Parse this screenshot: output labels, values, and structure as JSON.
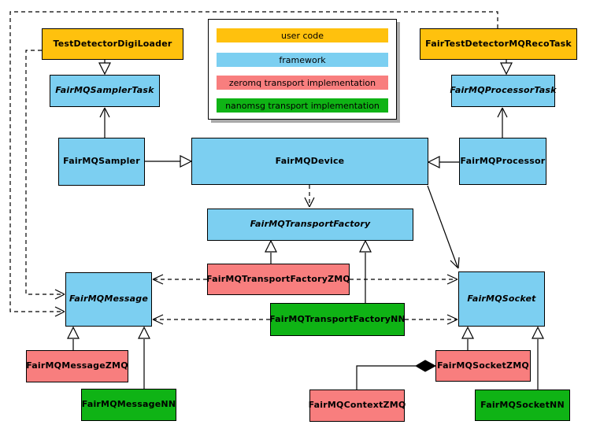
{
  "diagram": {
    "legend": {
      "items": [
        {
          "label": "user code",
          "color": "#FFC10D"
        },
        {
          "label": "framework",
          "color": "#7CCFF1"
        },
        {
          "label": "zeromq transport implementation",
          "color": "#F87E7E"
        },
        {
          "label": "nanomsg transport implementation",
          "color": "#0FB315"
        }
      ]
    },
    "nodes": [
      {
        "id": "test-detector-digi-loader",
        "label": "TestDetectorDigiLoader",
        "category": "user code",
        "abstract": false
      },
      {
        "id": "fair-test-detector-mq-reco-task",
        "label": "FairTestDetectorMQRecoTask",
        "category": "user code",
        "abstract": false
      },
      {
        "id": "fairmq-sampler-task",
        "label": "FairMQSamplerTask",
        "category": "framework",
        "abstract": true
      },
      {
        "id": "fairmq-processor-task",
        "label": "FairMQProcessorTask",
        "category": "framework",
        "abstract": true
      },
      {
        "id": "fairmq-sampler",
        "label": "FairMQSampler",
        "category": "framework",
        "abstract": false
      },
      {
        "id": "fairmq-device",
        "label": "FairMQDevice",
        "category": "framework",
        "abstract": false
      },
      {
        "id": "fairmq-processor",
        "label": "FairMQProcessor",
        "category": "framework",
        "abstract": false
      },
      {
        "id": "fairmq-transport-factory",
        "label": "FairMQTransportFactory",
        "category": "framework",
        "abstract": true
      },
      {
        "id": "fairmq-transport-factory-zmq",
        "label": "FairMQTransportFactoryZMQ",
        "category": "zeromq",
        "abstract": false
      },
      {
        "id": "fairmq-transport-factory-nn",
        "label": "FairMQTransportFactoryNN",
        "category": "nanomsg",
        "abstract": false
      },
      {
        "id": "fairmq-message",
        "label": "FairMQMessage",
        "category": "framework",
        "abstract": true
      },
      {
        "id": "fairmq-socket",
        "label": "FairMQSocket",
        "category": "framework",
        "abstract": true
      },
      {
        "id": "fairmq-message-zmq",
        "label": "FairMQMessageZMQ",
        "category": "zeromq",
        "abstract": false
      },
      {
        "id": "fairmq-message-nn",
        "label": "FairMQMessageNN",
        "category": "nanomsg",
        "abstract": false
      },
      {
        "id": "fairmq-socket-zmq",
        "label": "FairMQSocketZMQ",
        "category": "zeromq",
        "abstract": false
      },
      {
        "id": "fairmq-context-zmq",
        "label": "FairMQContextZMQ",
        "category": "zeromq",
        "abstract": false
      },
      {
        "id": "fairmq-socket-nn",
        "label": "FairMQSocketNN",
        "category": "nanomsg",
        "abstract": false
      }
    ],
    "relations": [
      {
        "from": "FairMQSampler",
        "to": "FairMQDevice",
        "type": "inheritance"
      },
      {
        "from": "FairMQProcessor",
        "to": "FairMQDevice",
        "type": "inheritance"
      },
      {
        "from": "TestDetectorDigiLoader",
        "to": "FairMQSamplerTask",
        "type": "inheritance"
      },
      {
        "from": "FairTestDetectorMQRecoTask",
        "to": "FairMQProcessorTask",
        "type": "inheritance"
      },
      {
        "from": "FairMQMessageZMQ",
        "to": "FairMQMessage",
        "type": "inheritance"
      },
      {
        "from": "FairMQMessageNN",
        "to": "FairMQMessage",
        "type": "inheritance"
      },
      {
        "from": "FairMQTransportFactoryZMQ",
        "to": "FairMQTransportFactory",
        "type": "inheritance"
      },
      {
        "from": "FairMQTransportFactoryNN",
        "to": "FairMQTransportFactory",
        "type": "inheritance"
      },
      {
        "from": "FairMQSocketZMQ",
        "to": "FairMQSocket",
        "type": "inheritance"
      },
      {
        "from": "FairMQSocketNN",
        "to": "FairMQSocket",
        "type": "inheritance"
      },
      {
        "from": "FairMQSampler",
        "to": "FairMQSamplerTask",
        "type": "association"
      },
      {
        "from": "FairMQProcessor",
        "to": "FairMQProcessorTask",
        "type": "association"
      },
      {
        "from": "FairMQDevice",
        "to": "FairMQSocket",
        "type": "association"
      },
      {
        "from": "FairMQDevice",
        "to": "FairMQTransportFactory",
        "type": "dependency"
      },
      {
        "from": "FairMQTransportFactoryZMQ",
        "to": "FairMQMessage",
        "type": "dependency"
      },
      {
        "from": "FairMQTransportFactoryZMQ",
        "to": "FairMQSocket",
        "type": "dependency"
      },
      {
        "from": "FairMQTransportFactoryNN",
        "to": "FairMQMessage",
        "type": "dependency"
      },
      {
        "from": "FairMQTransportFactoryNN",
        "to": "FairMQSocket",
        "type": "dependency"
      },
      {
        "from": "TestDetectorDigiLoader",
        "to": "FairMQMessage",
        "type": "dependency"
      },
      {
        "from": "FairTestDetectorMQRecoTask",
        "to": "FairMQMessage",
        "type": "dependency"
      },
      {
        "from": "FairMQContextZMQ",
        "to": "FairMQSocketZMQ",
        "type": "composition"
      }
    ]
  }
}
